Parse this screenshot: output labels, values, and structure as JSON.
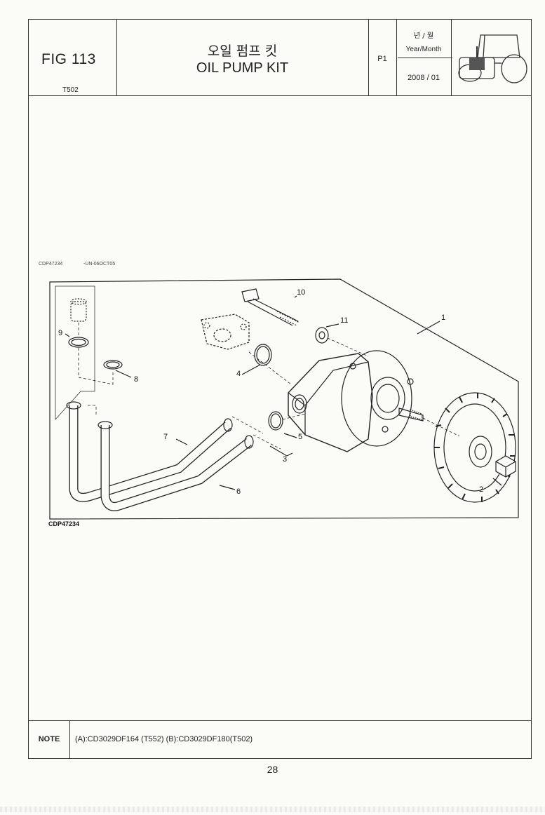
{
  "header": {
    "fig": "FIG 113",
    "model": "T502",
    "title_kr": "오일 펌프 킷",
    "title_en": "OIL PUMP KIT",
    "page_code": "P1",
    "year_month_kr": "년 / 월",
    "year_month_en": "Year/Month",
    "year_month_value": "2008 / 01",
    "thumbnail_icon": "tractor-icon"
  },
  "diagram": {
    "code_top": "CDP47234",
    "code_top_suffix": "-UN-06OCT05",
    "code_bottom": "CDP47234",
    "callouts": [
      "1",
      "2",
      "3",
      "4",
      "5",
      "6",
      "7",
      "8",
      "9",
      "10",
      "11"
    ]
  },
  "note": {
    "label": "NOTE",
    "text": "(A):CD3029DF164 (T552)  (B):CD3029DF180(T502)"
  },
  "page_number": "28"
}
